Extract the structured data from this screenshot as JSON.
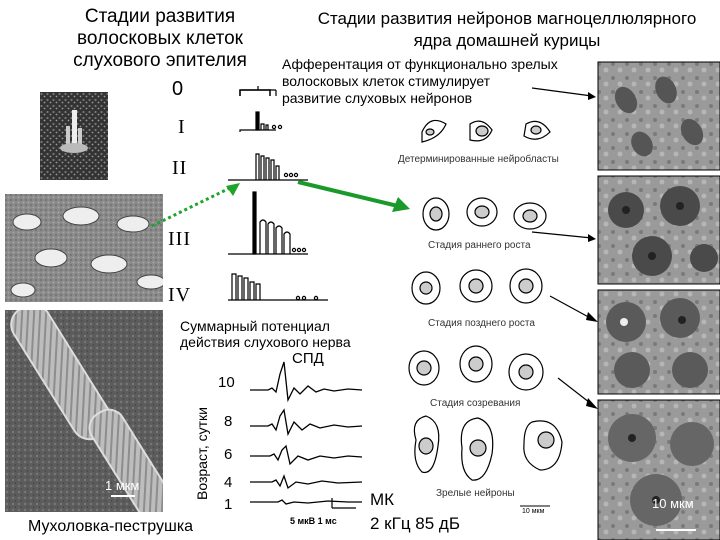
{
  "titles": {
    "left_line1": "Стадии развития",
    "left_line2": "волосковых клеток",
    "left_line3": "слухового эпителия",
    "right_line1": "Стадии развития нейронов магноцеллюлярного",
    "right_line2": "ядра домашней курицы"
  },
  "afferent_text": {
    "line1": "Афферентация от функционально зрелых",
    "line2": "волосковых клеток стимулирует",
    "line3": "развитие слуховых нейронов"
  },
  "stages": {
    "s0": "0",
    "s1": "I",
    "s2": "II",
    "s3": "III",
    "s4": "IV"
  },
  "neuron_stages": {
    "determined": "Детерминированные нейробласты",
    "early": "Стадия раннего роста",
    "late": "Стадия позднего роста",
    "maturation": "Стадия созревания",
    "mature": "Зрелые нейроны"
  },
  "potential": {
    "label_line1": "Суммарный потенциал",
    "label_line2": "действия слухового нерва",
    "spd": "СПД",
    "axis_label": "Возраст, сутки",
    "ages": [
      "10",
      "8",
      "6",
      "4",
      "1"
    ],
    "scale_bar": "5 мкВ  1 мс"
  },
  "stimulus": {
    "line1": "МК",
    "line2": "2 кГц 85 дБ"
  },
  "scales": {
    "left_photo": "1 мкм",
    "right_photo": "10 мкм",
    "drawing": "10 мкм"
  },
  "species": "Мухоловка-пеструшка",
  "colors": {
    "arrow_green": "#1a9a2a",
    "dotted_green": "#1fa32b"
  }
}
